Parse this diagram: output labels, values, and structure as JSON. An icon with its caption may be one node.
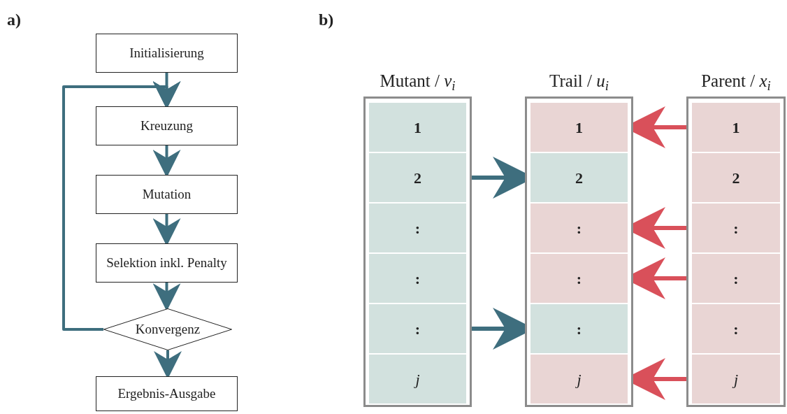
{
  "diagram": {
    "nodes": [
      {
        "text": [
          "Initialisierung"
        ]
      },
      {
        "text": [
          "Kreuzung"
        ]
      },
      {
        "text": [
          "Mutation"
        ]
      },
      {
        "text": [
          "Selektion inkl. Penalty"
        ]
      },
      {
        "text": [
          "Konvergenz"
        ]
      },
      {
        "text": [
          "Ergebnis-Ausgabe"
        ]
      },
      {
        "text": [
          "Mutant / *v*$_{i}$"
        ]
      },
      {
        "text": [
          "1"
        ],
        "in": 6
      },
      {
        "text": [
          "2"
        ],
        "in": 6
      },
      {
        "text": [
          ":"
        ],
        "in": 6
      },
      {
        "text": [
          ":"
        ],
        "in": 6
      },
      {
        "text": [
          ":"
        ],
        "in": 6
      },
      {
        "text": [
          "j"
        ],
        "in": 6
      },
      {
        "text": [
          "Trail / *u*$_{i}$"
        ]
      },
      {
        "text": [
          "1"
        ],
        "in": 13
      },
      {
        "text": [
          "2"
        ],
        "in": 13
      },
      {
        "text": [
          ":"
        ],
        "in": 13
      },
      {
        "text": [
          ":"
        ],
        "in": 13
      },
      {
        "text": [
          ":"
        ],
        "in": 13
      },
      {
        "text": [
          "j"
        ],
        "in": 13
      },
      {
        "text": [
          "Parent / *x*$_{i}$"
        ]
      },
      {
        "text": [
          "1"
        ],
        "in": 20
      },
      {
        "text": [
          "2"
        ],
        "in": 20
      },
      {
        "text": [
          ":"
        ],
        "in": 20
      },
      {
        "text": [
          ":"
        ],
        "in": 20
      },
      {
        "text": [
          ":"
        ],
        "in": 20
      },
      {
        "text": [
          "j"
        ],
        "in": 20
      }
    ],
    "edges": [
      {
        "from": 0,
        "to": 1,
        "arrow": "to"
      },
      {
        "from": 1,
        "to": 2,
        "arrow": "to"
      },
      {
        "from": 2,
        "to": 3,
        "arrow": "to"
      },
      {
        "from": 3,
        "to": 4,
        "arrow": "to"
      },
      {
        "from": 4,
        "to": 1,
        "arrow": "to"
      },
      {
        "from": 4,
        "to": 5,
        "arrow": "to"
      },
      {
        "from": 8,
        "to": 15,
        "arrow": "to"
      },
      {
        "from": 11,
        "to": 18,
        "arrow": "to"
      },
      {
        "from": 21,
        "to": 14,
        "arrow": "to",
        "color": "#d9505a"
      },
      {
        "from": 23,
        "to": 16,
        "arrow": "to",
        "color": "#d9505a"
      },
      {
        "from": 24,
        "to": 17,
        "arrow": "to",
        "color": "#d9505a"
      },
      {
        "from": 26,
        "to": 19,
        "arrow": "to",
        "color": "#d9505a"
      }
    ],
    "labels": [
      "a)",
      "b)"
    ]
  }
}
